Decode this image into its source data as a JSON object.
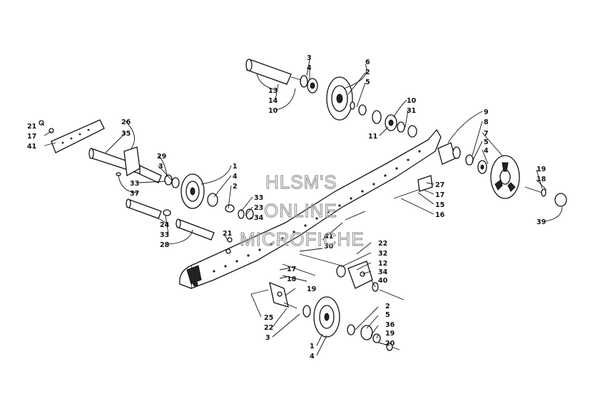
{
  "watermark": {
    "line1": "HLSM'S",
    "line2": "ONLINE",
    "line3": "MICROFICHE"
  },
  "labels": [
    {
      "text": "3"
    },
    {
      "text": "4"
    },
    {
      "text": "6"
    },
    {
      "text": "2"
    },
    {
      "text": "5"
    },
    {
      "text": "13"
    },
    {
      "text": "14"
    },
    {
      "text": "10"
    },
    {
      "text": "10"
    },
    {
      "text": "31"
    },
    {
      "text": "11"
    },
    {
      "text": "21"
    },
    {
      "text": "17"
    },
    {
      "text": "41"
    },
    {
      "text": "26"
    },
    {
      "text": "35"
    },
    {
      "text": "29"
    },
    {
      "text": "3"
    },
    {
      "text": "33"
    },
    {
      "text": "37"
    },
    {
      "text": "1"
    },
    {
      "text": "4"
    },
    {
      "text": "2"
    },
    {
      "text": "33"
    },
    {
      "text": "23"
    },
    {
      "text": "34"
    },
    {
      "text": "24"
    },
    {
      "text": "33"
    },
    {
      "text": "28"
    },
    {
      "text": "21"
    },
    {
      "text": "9"
    },
    {
      "text": "8"
    },
    {
      "text": "7"
    },
    {
      "text": "5"
    },
    {
      "text": "4"
    },
    {
      "text": "19"
    },
    {
      "text": "18"
    },
    {
      "text": "27"
    },
    {
      "text": "17"
    },
    {
      "text": "15"
    },
    {
      "text": "16"
    },
    {
      "text": "39"
    },
    {
      "text": "41"
    },
    {
      "text": "30"
    },
    {
      "text": "22"
    },
    {
      "text": "32"
    },
    {
      "text": "12"
    },
    {
      "text": "34"
    },
    {
      "text": "40"
    },
    {
      "text": "17"
    },
    {
      "text": "18"
    },
    {
      "text": "19"
    },
    {
      "text": "25"
    },
    {
      "text": "22"
    },
    {
      "text": "3"
    },
    {
      "text": "2"
    },
    {
      "text": "5"
    },
    {
      "text": "36"
    },
    {
      "text": "19"
    },
    {
      "text": "20"
    },
    {
      "text": "1"
    },
    {
      "text": "4"
    }
  ]
}
